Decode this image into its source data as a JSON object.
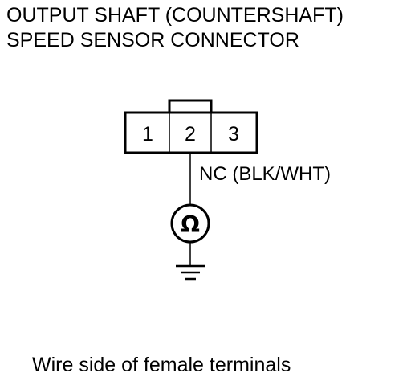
{
  "title": {
    "line1": "OUTPUT SHAFT (COUNTERSHAFT)",
    "line2": "SPEED SENSOR CONNECTOR"
  },
  "connector": {
    "pins": [
      "1",
      "2",
      "3"
    ]
  },
  "wire": {
    "label": "NC (BLK/WHT)"
  },
  "meter": {
    "symbol": "Ω"
  },
  "footer": "Wire side of female terminals"
}
